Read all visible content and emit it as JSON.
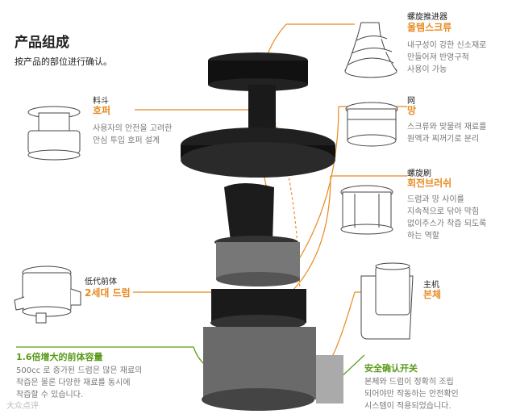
{
  "header": {
    "title": "产品组成",
    "subtitle": "按产品的部位进行确认。"
  },
  "parts": {
    "screw": {
      "cn": "螺旋推进器",
      "ko": "울템스크류",
      "desc": [
        "내구성이 강한 신소재로",
        "만들어져 반영구적",
        "사용이 가능"
      ]
    },
    "hopper": {
      "cn": "料斗",
      "ko": "호퍼",
      "desc": [
        "사용자의 안전을 고려한",
        "안심 투입 호퍼 설계"
      ]
    },
    "mesh": {
      "cn": "网",
      "ko": "망",
      "desc": [
        "스크류와 맞물려 재료를",
        "원액과 찌꺼기로 분리"
      ]
    },
    "brush": {
      "cn": "螺旋刷",
      "ko": "회전브러쉬",
      "desc": [
        "드럼과 망 사이를",
        "지속적으로 닦아 막힘",
        "없이주스가 착즙 되도록",
        "하는 역할"
      ]
    },
    "drum": {
      "cn": "低代前体",
      "ko": "2세대 드럼"
    },
    "main": {
      "cn": "主机",
      "ko": "본체"
    },
    "capacity": {
      "title": "1.6倍增大的前体容量",
      "desc": [
        "500cc 로 증가된 드럼은 많은 재료의",
        "착즙은 물론 다양한 재료를 동시에",
        "착즙할 수 있습니다."
      ]
    },
    "safety": {
      "title": "安全确认开关",
      "desc": [
        "본체와 드럼이 정확히 조립",
        "되어야만 작동하는 안전확인",
        "시스템이 적용되었습니다."
      ]
    }
  },
  "watermark": "大众点评",
  "colors": {
    "accent": "#e8891f",
    "green": "#5a9a1a"
  }
}
